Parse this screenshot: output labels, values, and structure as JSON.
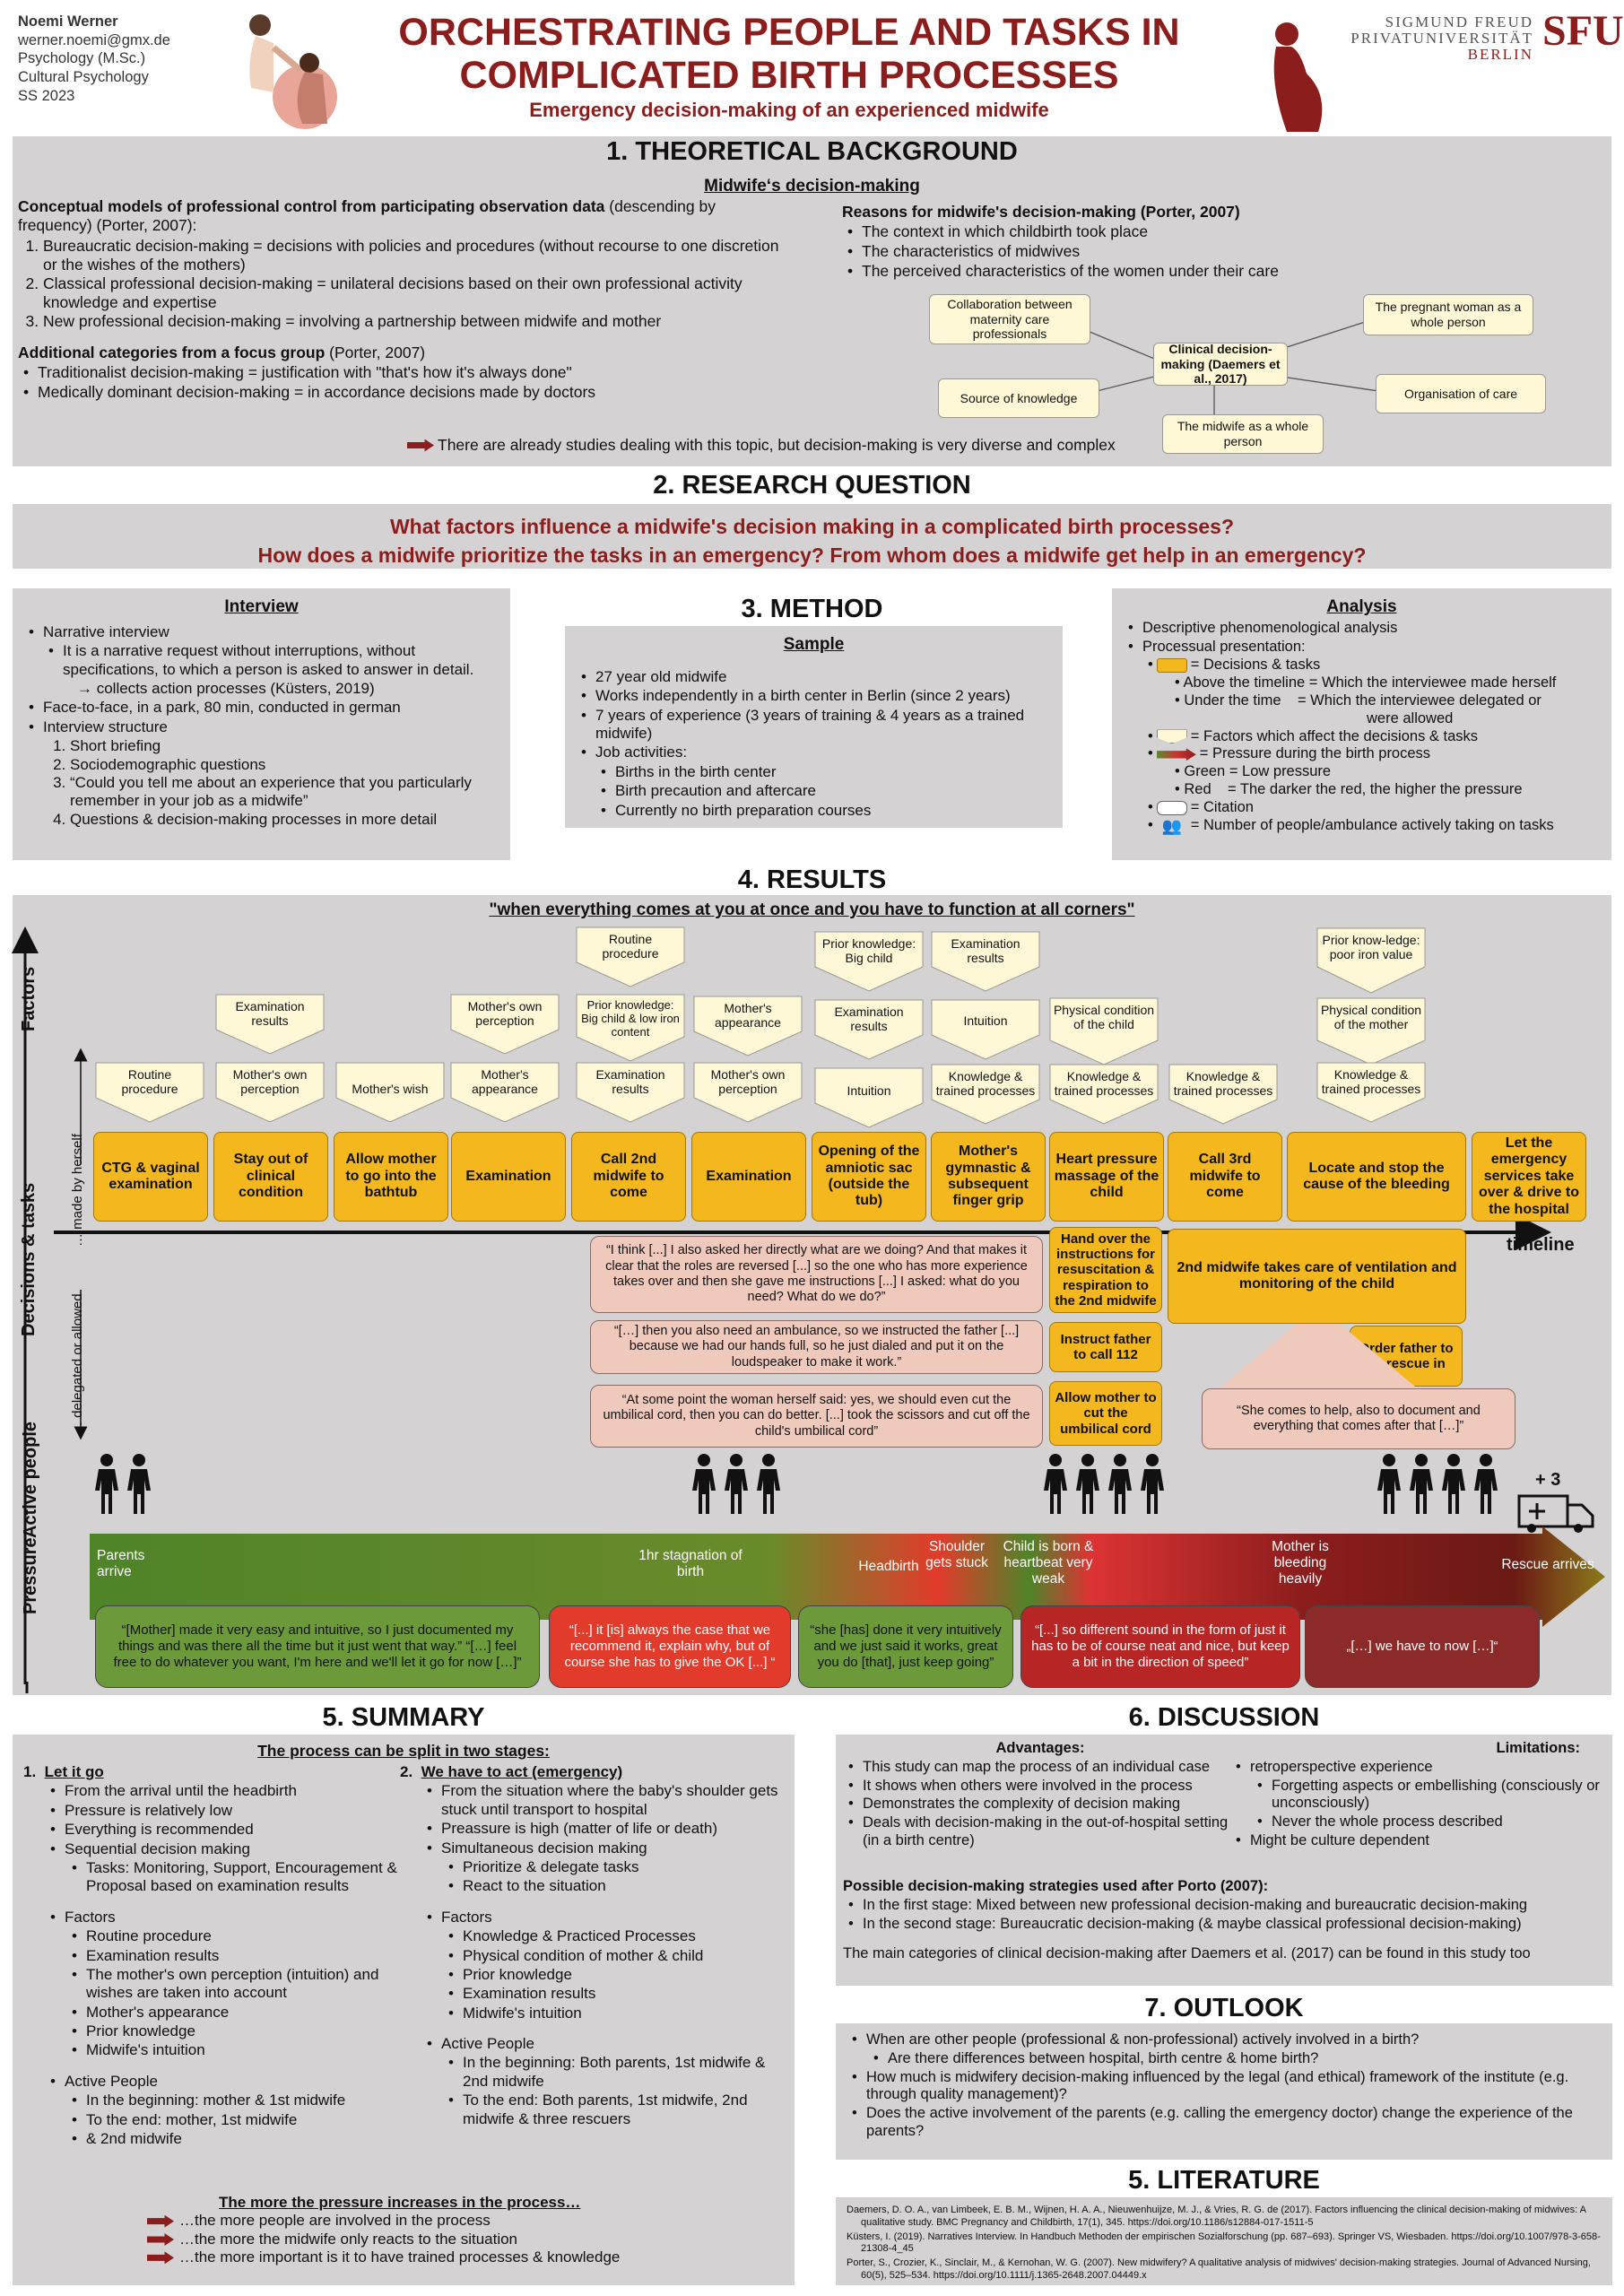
{
  "header": {
    "author": "Noemi Werner",
    "email": "werner.noemi@gmx.de",
    "degree": "Psychology (M.Sc.)",
    "course": "Cultural Psychology",
    "term": "SS 2023",
    "title_1": "ORCHESTRATING PEOPLE AND TASKS IN",
    "title_2": "COMPLICATED BIRTH PROCESSES",
    "subtitle": "Emergency decision-making of an experienced midwife",
    "uni_1": "SIGMUND FREUD",
    "uni_2": "PRIVATUNIVERSITÄT",
    "uni_3": "BERLIN",
    "logo": "SFU"
  },
  "s1": {
    "title": "1. THEORETICAL BACKGROUND",
    "sub": "Midwife‘s decision-making",
    "left_h_b": "Conceptual models of professional control from participating observation data",
    "left_h_n": " (descending by frequency) (Porter, 2007):",
    "models": [
      "Bureaucratic decision-making = decisions with policies and procedures (without recourse to one discretion or the wishes of the mothers)",
      "Classical professional decision-making = unilateral decisions based on their own professional activity knowledge and expertise",
      "New professional decision-making = involving a partnership between midwife and mother"
    ],
    "add_b": "Additional categories from a focus group",
    "add_n": " (Porter, 2007)",
    "adds": [
      "Traditionalist decision-making = justification with \"that's how it's always done\"",
      "Medically dominant decision-making = in accordance decisions made by doctors"
    ],
    "reasons_h": "Reasons for midwife's decision-making (Porter, 2007)",
    "reasons": [
      "The context in which childbirth took place",
      "The characteristics of midwives",
      "The perceived characteristics of the women under their care"
    ],
    "diagram": {
      "center": "Clinical decision-making (Daemers et al., 2017)",
      "n1": "Collaboration between maternity care professionals",
      "n2": "The pregnant woman as a whole person",
      "n3": "Source of knowledge",
      "n4": "Organisation of care",
      "n5": "The midwife as a whole person"
    },
    "conclusion": "There are already studies dealing with this topic, but decision-making is very diverse and complex"
  },
  "s2": {
    "title": "2. RESEARCH QUESTION",
    "q1": "What factors influence a midwife's decision making in a complicated birth processes?",
    "q2": "How does a midwife prioritize the tasks in an emergency? From whom does a midwife get help in an emergency?"
  },
  "s3": {
    "title": "3. METHOD",
    "interview": {
      "h": "Interview",
      "l1": "Narrative interview",
      "l1a": "It is a narrative request without interruptions, without specifications, to which a person is asked to answer in detail.",
      "l1b": "→ collects action processes (Küsters, 2019)",
      "l2": "Face-to-face, in a park, 80 min, conducted in german",
      "l3": "Interview structure",
      "steps": [
        "Short briefing",
        "Sociodemographic questions",
        "“Could you tell me about an experience that you particularly remember in your job as a midwife”",
        "Questions & decision-making processes in more detail"
      ]
    },
    "sample": {
      "h": "Sample",
      "items": [
        "27 year old midwife",
        "Works independently in a birth center in Berlin (since 2 years)",
        "7 years of experience (3 years of training & 4 years as a trained midwife)",
        "Job activities:"
      ],
      "jobs": [
        "Births in the birth center",
        "Birth precaution and aftercare",
        "Currently no birth preparation courses"
      ]
    },
    "analysis": {
      "h": "Analysis",
      "a1": "Descriptive phenomenological analysis",
      "a2": "Processual presentation:",
      "d": "= Decisions & tasks",
      "above": "Above the timeline = Which the interviewee made herself",
      "under_1": "Under the time",
      "under_2": "= Which the interviewee delegated or",
      "under_3": "were allowed",
      "f": "= Factors which affect the decisions & tasks",
      "p": "= Pressure during the birth process",
      "green": "Green = Low pressure",
      "red": "Red    = The darker the red, the higher the pressure",
      "c": "= Citation",
      "n": "= Number of people/ambulance actively taking on tasks"
    }
  },
  "s4": {
    "title": "4. RESULTS",
    "quote_title": "\"when everything comes at you at once and you have to function at all corners\"",
    "axis_factors": "Factors",
    "axis_dec": "Decisions & tasks",
    "axis_herself": "… made by herself",
    "axis_deleg": "… delegated or allowed",
    "axis_people": "Active people",
    "axis_pressure": "Pressure",
    "timeline": "timeline",
    "decisions": [
      "CTG & vaginal examination",
      "Stay out of clinical condition",
      "Allow mother to go into the bathtub",
      "Examination",
      "Call 2nd midwife to come",
      "Examination",
      "Opening of the amniotic sac (outside the tub)",
      "Mother's gymnastic & subsequent finger grip",
      "Heart pressure massage of the child",
      "Call 3rd midwife to come",
      "Locate and stop the cause of the bleeding",
      "Let the emergency services take over & drive to the hospital"
    ],
    "f_row1": [
      "Routine procedure",
      "Mother's own perception",
      "Mother's wish",
      "Mother's appearance",
      "Examination results",
      "Mother's own perception",
      "Intuition",
      "Knowledge & trained processes",
      "Knowledge & trained processes",
      "Knowledge & trained processes",
      "Knowledge & trained processes"
    ],
    "f_row2": [
      "Examination results",
      "Mother's own perception",
      "Prior knowledge: Big child & low iron content",
      "Mother's appearance",
      "Examination results",
      "Intuition",
      "Physical condition of the child",
      "Physical condition of the mother"
    ],
    "f_row3": [
      "Routine procedure",
      "Prior knowledge: Big child",
      "Examination results",
      "Prior know-ledge: poor iron value"
    ],
    "del": [
      "Hand over the instructions for resuscitation & respiration to the 2nd midwife",
      "Instruct father to call 112",
      "Allow mother to cut the umbilical cord",
      "2nd midwife takes care of ventilation and monitoring of the child",
      "Order father to let rescue in"
    ],
    "dq": [
      "“I think [...] I also asked her directly what are we doing? And that makes it clear that the roles are reversed [...] so the one who has more experience takes over and then she gave me instructions [...] I asked: what do you need? What do we do?”",
      "“[…] then you also need an ambulance, so we instructed the father [...] because we had our hands full, so he just dialed and put it on the loudspeaker to make it work.”",
      "“At some point the woman herself said: yes, we should even cut the umbilical cord, then you can do better. [...] took the scissors and cut off the child's umbilical cord”",
      "“She comes to help, also to document and everything that comes after that […]”"
    ],
    "plus": "+ 3",
    "press": [
      "Parents arrive",
      "1hr stagnation of birth",
      "Headbirth",
      "Shoulder gets stuck",
      "Child is born & heartbeat very weak",
      "Mother is bleeding heavily",
      "Rescue arrives"
    ],
    "pq": [
      "“[Mother] made it very easy and intuitive, so I just documented my things and was there all the time but it just went that way.” “[…] feel free to do whatever you want, I'm here and we'll let it go for now […]”",
      "“[...] it [is] always the case that we recommend it, explain why, but of course she has to give the OK [...] “",
      "“she [has] done it very intuitively and we just said it works, great you do [that], just keep going”",
      "“[...] so different sound in the form of just it has to be of course neat and nice, but keep a bit in the direction of speed”",
      "„[…] we have to now […]“"
    ]
  },
  "s5": {
    "title": "5. SUMMARY",
    "sub": "The process can be split in two stages:",
    "st1": "Let it go",
    "st1_items": [
      "From the arrival until the headbirth",
      "Pressure is relatively low",
      "Everything is recommended",
      "Sequential decision making"
    ],
    "st1_tasks": "Tasks: Monitoring, Support, Encouragement & Proposal based on examination results",
    "fac_h": "Factors",
    "st1_factors": [
      "Routine procedure",
      "Examination results",
      "The mother's own perception (intuition) and wishes are taken into account",
      "Mother's appearance",
      "Prior knowledge",
      "Midwife's intuition"
    ],
    "ap_h": "Active People",
    "st1_people": [
      "In the beginning: mother & 1st midwife",
      "To the end: mother, 1st midwife",
      "& 2nd midwife"
    ],
    "st2": "We have to act (emergency)",
    "st2_items": [
      "From the situation where the baby's shoulder gets stuck until transport to hospital",
      "Preassure is high (matter of life or death)",
      "Simultaneous decision making"
    ],
    "st2_sub": [
      "Prioritize & delegate tasks",
      "React to the situation"
    ],
    "st2_factors": [
      "Knowledge & Practiced Processes",
      "Physical condition of mother & child",
      "Prior knowledge",
      "Examination results",
      "Midwife's intuition"
    ],
    "st2_people": [
      "In the beginning: Both parents, 1st midwife & 2nd midwife",
      "To the end: Both parents, 1st midwife, 2nd midwife & three rescuers"
    ],
    "more_h": "The more the pressure increases in the process…",
    "more": [
      "…the more people are involved in the process",
      "…the more the midwife only reacts to the situation",
      "…the more important is it to have trained processes & knowledge"
    ]
  },
  "s6": {
    "title": "6. DISCUSSION",
    "adv_h": "Advantages:",
    "adv": [
      "This study can map the process of an individual case",
      "It shows when others were involved in the process",
      "Demonstrates the complexity of decision making",
      "Deals with decision-making in the out-of-hospital setting (in a birth centre)"
    ],
    "lim_h": "Limitations:",
    "lim1": "retroperspective experience",
    "lim_sub": [
      "Forgetting aspects or embellishing (consciously or unconsciously)",
      "Never the whole process described"
    ],
    "lim2": "Might be culture dependent",
    "strat_h": "Possible decision-making strategies used after Porto (2007):",
    "strat": [
      "In the first stage: Mixed between new professional decision-making and bureaucratic decision-making",
      "In the second stage: Bureaucratic decision-making (& maybe classical professional decision-making)"
    ],
    "concl": "The main categories of clinical decision-making after Daemers et al. (2017) can be found in this study too"
  },
  "s7": {
    "title": "7. OUTLOOK",
    "q1": "When are other people (professional & non-professional) actively involved in a birth?",
    "q1a": "Are there differences between hospital, birth centre & home birth?",
    "q2": "How much is midwifery decision-making influenced by the legal (and ethical) framework of the institute (e.g. through quality management)?",
    "q3": "Does the active involvement of the parents (e.g. calling the emergency doctor) change the experience of the parents?"
  },
  "s8": {
    "title": "5. LITERATURE",
    "refs": [
      "Daemers, D. O. A., van Limbeek, E. B. M., Wijnen, H. A. A., Nieuwenhuijze, M. J., & Vries, R. G. de (2017). Factors influencing the clinical decision-making of midwives: A qualitative study. BMC Pregnancy and Childbirth, 17(1), 345. https://doi.org/10.1186/s12884-017-1511-5",
      "Küsters, I. (2019). Narratives Interview. In Handbuch Methoden der empirischen Sozialforschung (pp. 687–693). Springer VS, Wiesbaden. https://doi.org/10.1007/978-3-658-21308-4_45",
      "Porter, S., Crozier, K., Sinclair, M., & Kernohan, W. G. (2007). New midwifery? A qualitative analysis of midwives' decision-making strategies. Journal of Advanced Nursing, 60(5), 525–534. https://doi.org/10.1111/j.1365-2648.2007.04449.x"
    ]
  }
}
